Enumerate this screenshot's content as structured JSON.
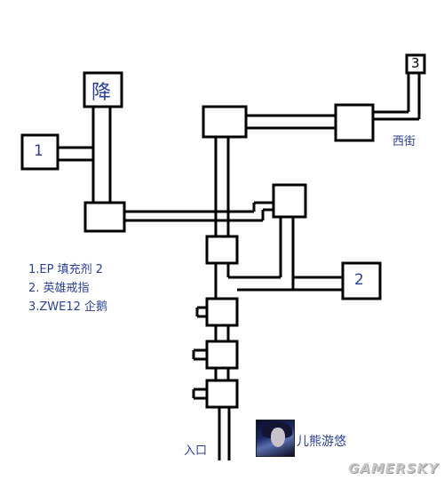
{
  "map": {
    "rooms": {
      "descend": "降",
      "room_1": "1",
      "room_2": "2",
      "room_3": "3"
    },
    "places": {
      "west_street": "西街",
      "entrance": "入口"
    },
    "legend": [
      "1.EP 填充剂 2",
      "2. 英雄戒指",
      "3.ZWE12 企鹅"
    ],
    "author": "儿熊游悠",
    "watermark": "GAMERSKY"
  },
  "colors": {
    "wall": "#000000",
    "label_blue": "#2a3f9a",
    "background": "#ffffff"
  }
}
